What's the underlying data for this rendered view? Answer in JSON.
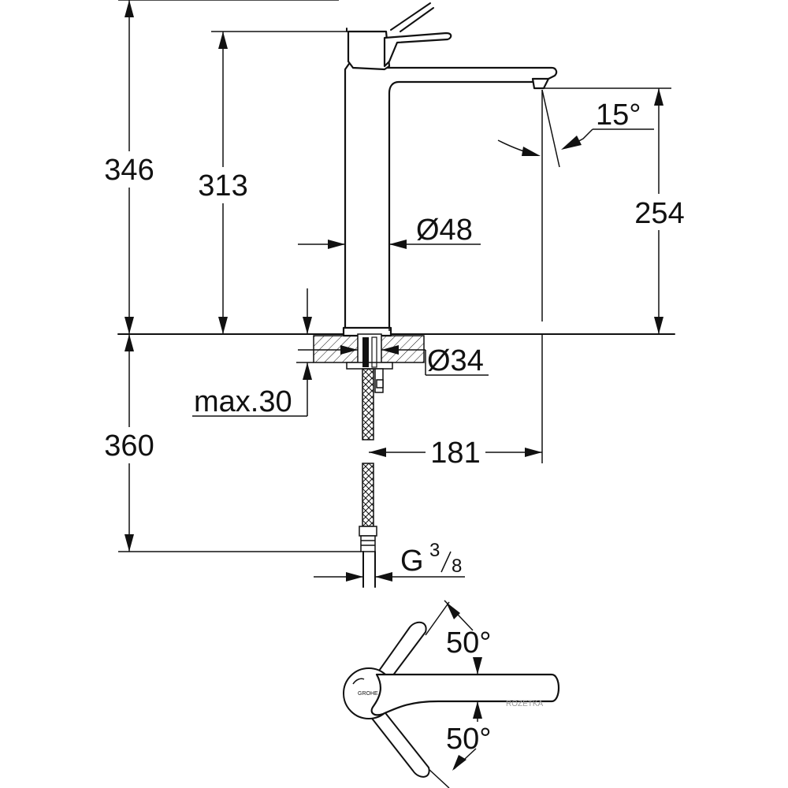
{
  "dimensions": {
    "total_height": "346",
    "spout_height": "313",
    "outlet_height": "254",
    "outlet_angle": "15°",
    "body_diameter": "Ø48",
    "mount_diameter": "Ø34",
    "max_counter_thickness": "max.30",
    "hose_length": "360",
    "projection": "181",
    "thread_letter": "G",
    "thread_numerator": "3",
    "thread_denominator": "8",
    "lever_angle_top": "50°",
    "lever_angle_bottom": "50°"
  },
  "watermark": "ROZETKA"
}
